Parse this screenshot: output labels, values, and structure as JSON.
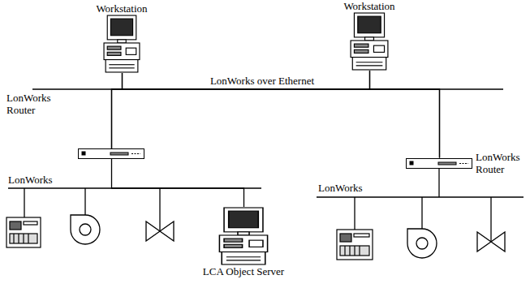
{
  "diagram": {
    "nodes": [
      {
        "text": [
          "Workstation"
        ]
      },
      {
        "text": [
          "Workstation"
        ]
      },
      {
        "text": [
          "LonWorks Router"
        ]
      },
      {
        "text": [
          "LonWorks Router"
        ]
      },
      {
        "text": [
          "LCA Object Server"
        ]
      }
    ],
    "edges": [
      {
        "from": 0,
        "to": 2,
        "arrow": "none"
      },
      {
        "from": 0,
        "to": 3,
        "arrow": "none"
      },
      {
        "from": 1,
        "to": 2,
        "arrow": "none"
      },
      {
        "from": 1,
        "to": 3,
        "arrow": "none"
      },
      {
        "from": 2,
        "to": 4,
        "arrow": "none"
      }
    ],
    "labels": [
      "LonWorks over Ethernet",
      "LonWorks",
      "LonWorks"
    ]
  }
}
